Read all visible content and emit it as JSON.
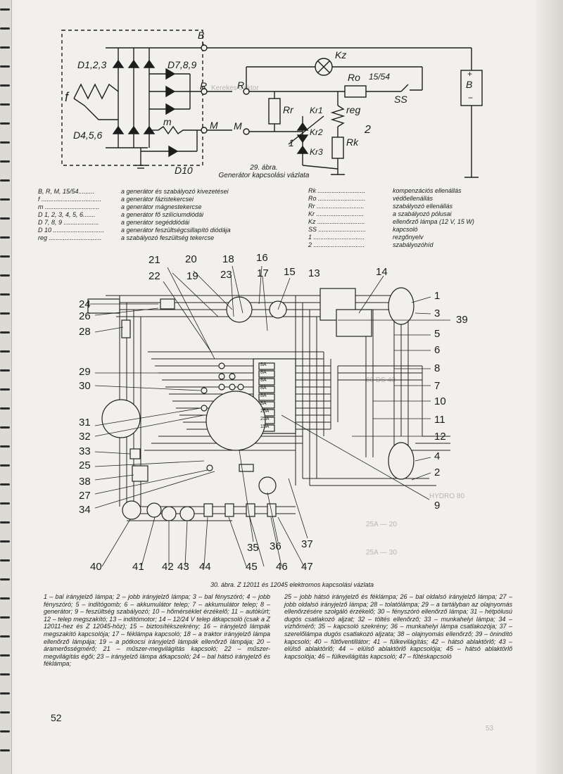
{
  "page_number": "52",
  "fig29": {
    "caption_line1": "29. ábra.",
    "caption_line2": "Generátor kapcsolási vázlata",
    "labels": {
      "B": "B",
      "R": "R",
      "M": "M",
      "f": "f",
      "m": "m",
      "D123": "D1,2,3",
      "D789": "D7,8,9",
      "D456": "D4,5,6",
      "D10": "D10",
      "Kz": "Kz",
      "Ro": "Ro",
      "t1554": "15/54",
      "SS": "SS",
      "Rr": "Rr",
      "reg": "reg",
      "Kr1": "Kr1",
      "Kr2": "Kr2",
      "Kr3": "Kr3",
      "Rk": "Rk",
      "n1": "1",
      "n2": "2",
      "Bplus": "+",
      "Bletter": "B",
      "Bminus": "−",
      "R2": "R",
      "M2": "M"
    },
    "legend_left": [
      {
        "k": "B, R, M, 15/54.........",
        "v": "a generátor és szabályozó kivezetései"
      },
      {
        "k": "f ..................................",
        "v": "a generátor fázistekercsei"
      },
      {
        "k": "m ...............................",
        "v": "a generátor mágnestekercse"
      },
      {
        "k": "D 1, 2, 3, 4, 5, 6.......",
        "v": "a generátor fő szilíciumdiódái"
      },
      {
        "k": "D 7, 8, 9 ....................",
        "v": "a generátor segéddiódái"
      },
      {
        "k": "D 10 .............................",
        "v": "a generátor feszültségcsillapító diódája"
      },
      {
        "k": "reg ..............................",
        "v": "a szabályozó feszültség tekercse"
      }
    ],
    "legend_right": [
      {
        "k": "Rk ...........................",
        "v": "kompenzációs ellenállás"
      },
      {
        "k": "Ro ...........................",
        "v": "védőellenállás"
      },
      {
        "k": "Rr ...........................",
        "v": "szabályozó ellenállás"
      },
      {
        "k": "Kr ...........................",
        "v": "a szabályozó pólusai"
      },
      {
        "k": "Kz ...........................",
        "v": "ellenőrző lámpa (12 V, 15 W)"
      },
      {
        "k": "SS ...........................",
        "v": "kapcsoló"
      },
      {
        "k": "1 .............................",
        "v": "rezgőnyelv"
      },
      {
        "k": "2 .............................",
        "v": "szabályozóhíd"
      }
    ]
  },
  "fig30": {
    "numbers": [
      "1",
      "2",
      "3",
      "4",
      "5",
      "6",
      "7",
      "8",
      "9",
      "10",
      "11",
      "12",
      "13",
      "14",
      "15",
      "16",
      "17",
      "18",
      "19",
      "20",
      "21",
      "22",
      "23",
      "24",
      "25",
      "26",
      "27",
      "28",
      "29",
      "30",
      "31",
      "32",
      "33",
      "34",
      "35",
      "36",
      "37",
      "38",
      "39",
      "40",
      "41",
      "42",
      "43",
      "44",
      "45",
      "46",
      "47"
    ],
    "fuses": [
      "8A",
      "8A",
      "8A",
      "8A",
      "8A",
      "8A",
      "25A",
      "25A",
      "15A"
    ],
    "caption": "30. ábra. Z 12011 és 12045 elektromos kapcsolási vázlata",
    "legend_col1": "1 – bal irányjelző lámpa; 2 – jobb irányjelző lámpa; 3 – bal fényszóró; 4 – jobb fényszóró; 5 – indítógomb; 6 – akkumulátor telep; 7 – akkumulátor telep; 8 – generátor; 9 – feszültség szabályozó; 10 – hőmérséklet érzékelő; 11 – autókürt; 12 – telep megszakító; 13 – indítómotor; 14 – 12/24 V telep átkapcsoló (csak a Z 12011-hez és Z 12045-höz); 15 – biztosítékszekrény; 16 – irányjelző lámpák megszakító kapcsolója; 17 – féklámpa kapcsoló; 18 – a traktor irányjelző lámpa ellenőrző lámpája; 19 – a pótkocsi irányjelző lámpák ellenőrző lámpája; 20 – áramerősségmérő; 21 – műszer-megvilágítás kapcsoló; 22 – műszer-megvilágítás égői; 23 – irányjelző lámpa átkapcsoló; 24 – bal hátsó irányjelző és féklámpa;",
    "legend_col2": "25 – jobb hátsó irányjelző és féklámpa; 26 – bal oldalsó irányjelző lámpa; 27 – jobb oldalsó irányjelző lámpa; 28 – tolatólámpa; 29 – a tartályban az olajnyomás ellenőrzésére szolgáló érzékelő; 30 – fényszóró ellenőrző lámpa; 31 – hétpólusú dugós csatlakozó aljzat; 32 – töltés ellenőrző; 33 – munkahelyi lámpa; 34 – vízhőmérő; 35 – kapcsoló szekrény; 36 – munkahelyi lámpa csatlakozója; 37 – szerelőlámpa dugós csatlakozó aljzata; 38 – olajnyomás ellenőrző; 39 – önindító kapcsoló; 40 – fűtőventillátor; 41 – fülkevilágítás; 42 – hátsó ablaktörlő; 43 – elülső ablaktörlő; 44 – elülső ablaktörlő kapcsolója; 45 – hátsó ablaktörlő kapcsolója; 46 – fülkevilágítás kapcsoló; 47 – fűtéskapcsoló"
  }
}
